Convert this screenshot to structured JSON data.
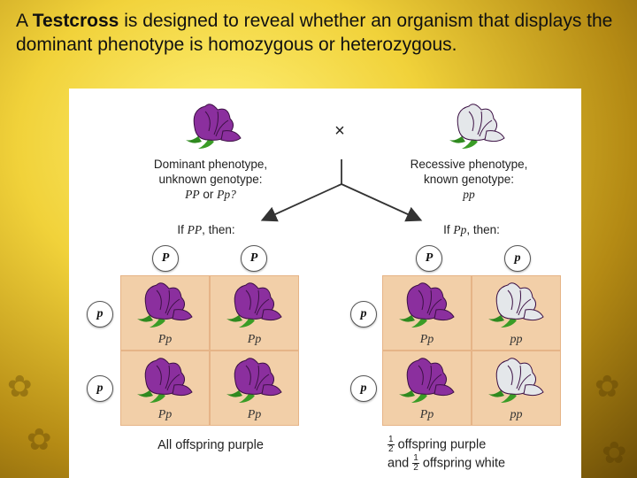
{
  "heading": {
    "bold": "Testcross",
    "pre": "A ",
    "post": " is designed to reveal whether an organism that displays the dominant phenotype is homozygous or heterozygous."
  },
  "diagram": {
    "cross_symbol": "×",
    "dominant": {
      "line1": "Dominant phenotype,",
      "line2": "unknown genotype:",
      "line3_a": "PP",
      "line3_or": " or ",
      "line3_b": "Pp?"
    },
    "recessive": {
      "line1": "Recessive phenotype,",
      "line2": "known genotype:",
      "line3": "pp"
    },
    "left_case": {
      "prefix": "If ",
      "genotype": "PP",
      "suffix": ", then:"
    },
    "right_case": {
      "prefix": "If ",
      "genotype": "Pp",
      "suffix": ", then:"
    },
    "left_square": {
      "col_alleles": [
        "P",
        "P"
      ],
      "row_alleles": [
        "p",
        "p"
      ],
      "cells": [
        "Pp",
        "Pp",
        "Pp",
        "Pp"
      ]
    },
    "right_square": {
      "col_alleles": [
        "P",
        "p"
      ],
      "row_alleles": [
        "p",
        "p"
      ],
      "cells": [
        "Pp",
        "pp",
        "Pp",
        "pp"
      ]
    },
    "left_result": "All offspring purple",
    "right_result": {
      "line1_frac": [
        "1",
        "2"
      ],
      "line1": "offspring purple",
      "line2_prefix": "and",
      "line2_frac": [
        "1",
        "2"
      ],
      "line2": "offspring white"
    },
    "colors": {
      "purple": "#8b2f9e",
      "white": "#e4e7ea",
      "cell": "#f2cfa8",
      "stem": "#2f8a1f"
    }
  }
}
